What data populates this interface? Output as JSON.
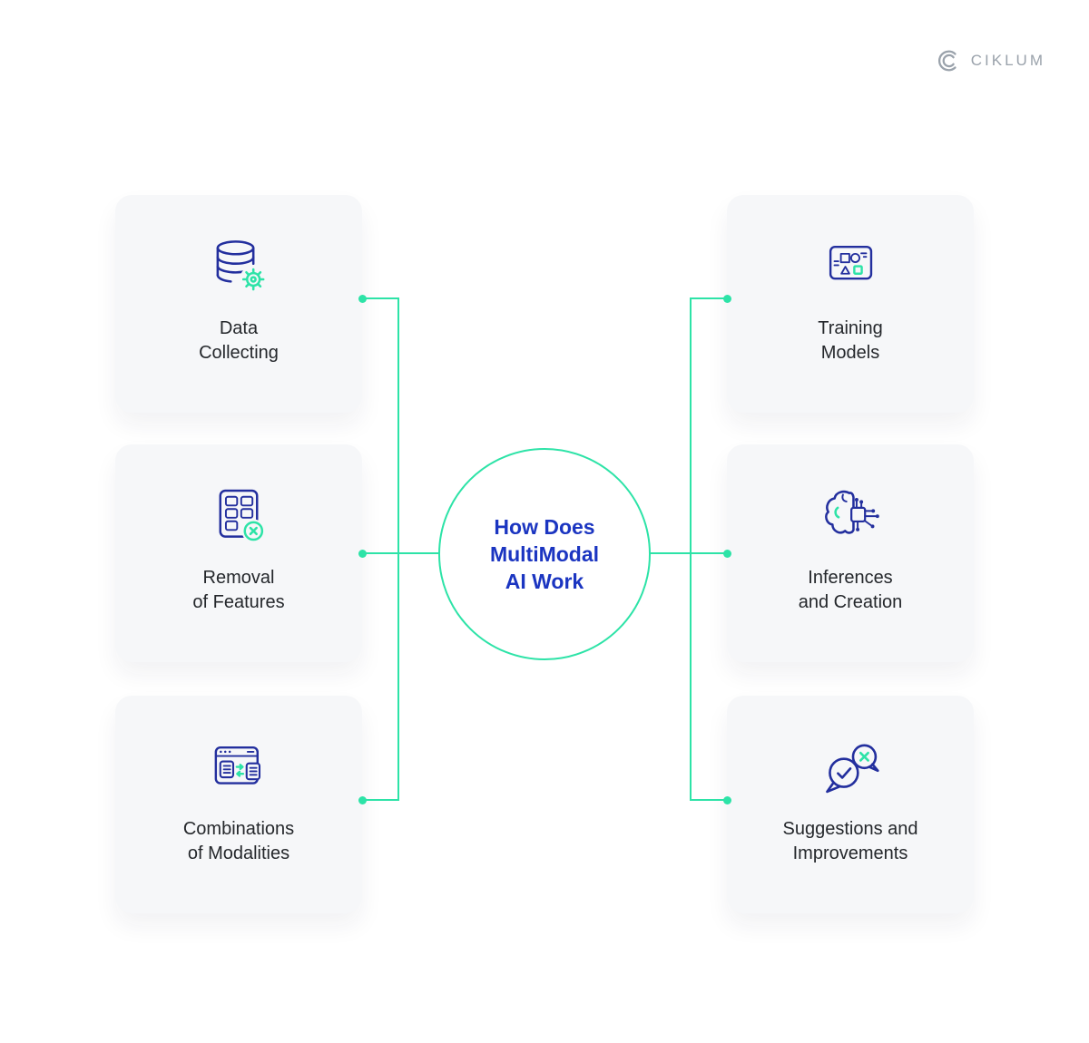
{
  "colors": {
    "accent_teal": "#2DE3A7",
    "icon_navy": "#232F9E",
    "center_text_blue": "#1B35C1",
    "card_background": "#F6F7F9",
    "label_text": "#24272B",
    "logo_gray": "#9AA2AB",
    "page_background": "#FFFFFF"
  },
  "logo": {
    "text": "CIKLUM",
    "icon": "ciklum-mark-icon"
  },
  "center": {
    "line1": "How Does",
    "line2": "MultiModal",
    "line3": "AI Work"
  },
  "cards": {
    "left": [
      {
        "icon": "database-gear-icon",
        "line1": "Data",
        "line2": "Collecting"
      },
      {
        "icon": "feature-removal-icon",
        "line1": "Removal",
        "line2": "of Features"
      },
      {
        "icon": "modality-combination-icon",
        "line1": "Combinations",
        "line2": "of Modalities"
      }
    ],
    "right": [
      {
        "icon": "training-models-icon",
        "line1": "Training",
        "line2": "Models"
      },
      {
        "icon": "brain-circuit-icon",
        "line1": "Inferences",
        "line2": "and Creation"
      },
      {
        "icon": "suggestion-bubbles-icon",
        "line1": "Suggestions and",
        "line2": "Improvements"
      }
    ]
  }
}
